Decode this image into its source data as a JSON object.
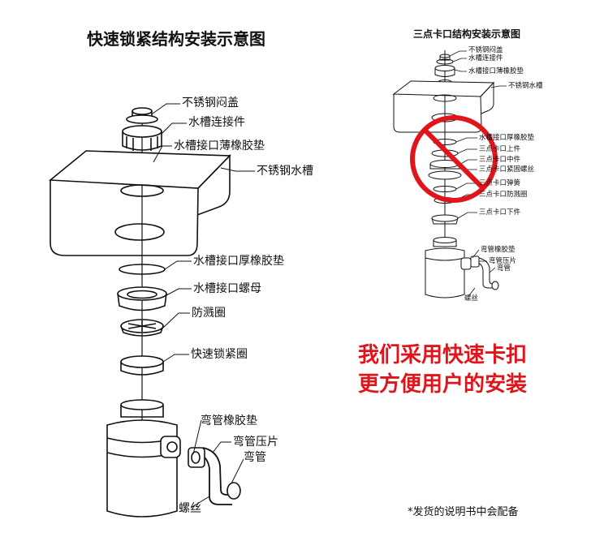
{
  "main_diagram": {
    "title": "快速锁紧结构安装示意图",
    "labels": {
      "flange_cap": "不锈钢闷盖",
      "sink_connector": "水槽连接件",
      "thin_gasket": "水槽接口薄橡胶垫",
      "sink": "不锈钢水槽",
      "thick_gasket": "水槽接口厚橡胶垫",
      "nut": "水槽接口螺母",
      "splash_guard": "防溅圈",
      "quick_lock_ring": "快速锁紧圈",
      "elbow_gasket": "弯管橡胶垫",
      "elbow_clamp": "弯管压片",
      "elbow_pipe": "弯管",
      "screw": "螺丝"
    }
  },
  "comparison_diagram": {
    "title": "三点卡口结构安装示意图",
    "labels": {
      "flange_cap": "不锈钢闷盖",
      "sink_connector": "水槽连接件",
      "thin_gasket": "水槽接口薄橡胶垫",
      "sink": "不锈钢水槽",
      "thick_gasket": "水槽接口厚橡胶垫",
      "upper_piece": "三点卡口上件",
      "middle_piece": "三点卡口中件",
      "fixing_screw": "三点卡口紧固螺丝",
      "spring": "三点卡口弹簧",
      "splash_ring": "三点卡口防溅圈",
      "lower_piece": "三点卡口下件",
      "elbow_gasket": "弯管橡胶垫",
      "elbow_clamp": "弯管压片",
      "elbow_pipe": "弯管",
      "screw": "螺丝"
    },
    "prohibited_symbol": "no-symbol-icon",
    "prohibited_color": "#e0141b"
  },
  "promo": {
    "line1": "我们采用快速卡扣",
    "line2": "更方便用户的安装",
    "color": "#e0141b"
  },
  "footnote": "*发货的说明书中会配备"
}
